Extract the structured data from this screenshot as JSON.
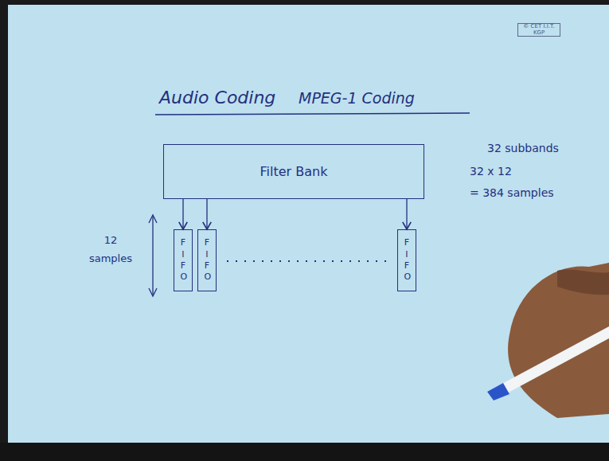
{
  "diagram": {
    "title": "Audio Coding",
    "nodes": [
      {
        "text": [
          "Filter Bank"
        ]
      },
      {
        "text": [
          "FIFO"
        ]
      },
      {
        "text": [
          "FIFO"
        ]
      },
      {
        "text": [
          "FIFO"
        ]
      }
    ],
    "edges": [
      {
        "from": 0,
        "to": 1,
        "arrow": "to"
      },
      {
        "from": 0,
        "to": 2,
        "arrow": "to"
      },
      {
        "from": 0,
        "to": 3,
        "arrow": "to"
      }
    ],
    "labels": [
      "MPEG-1 Coding",
      "12 samples",
      "32 subbands",
      "32 x 12",
      "= 384 samples",
      "© CET I.I.T. KGP"
    ]
  }
}
